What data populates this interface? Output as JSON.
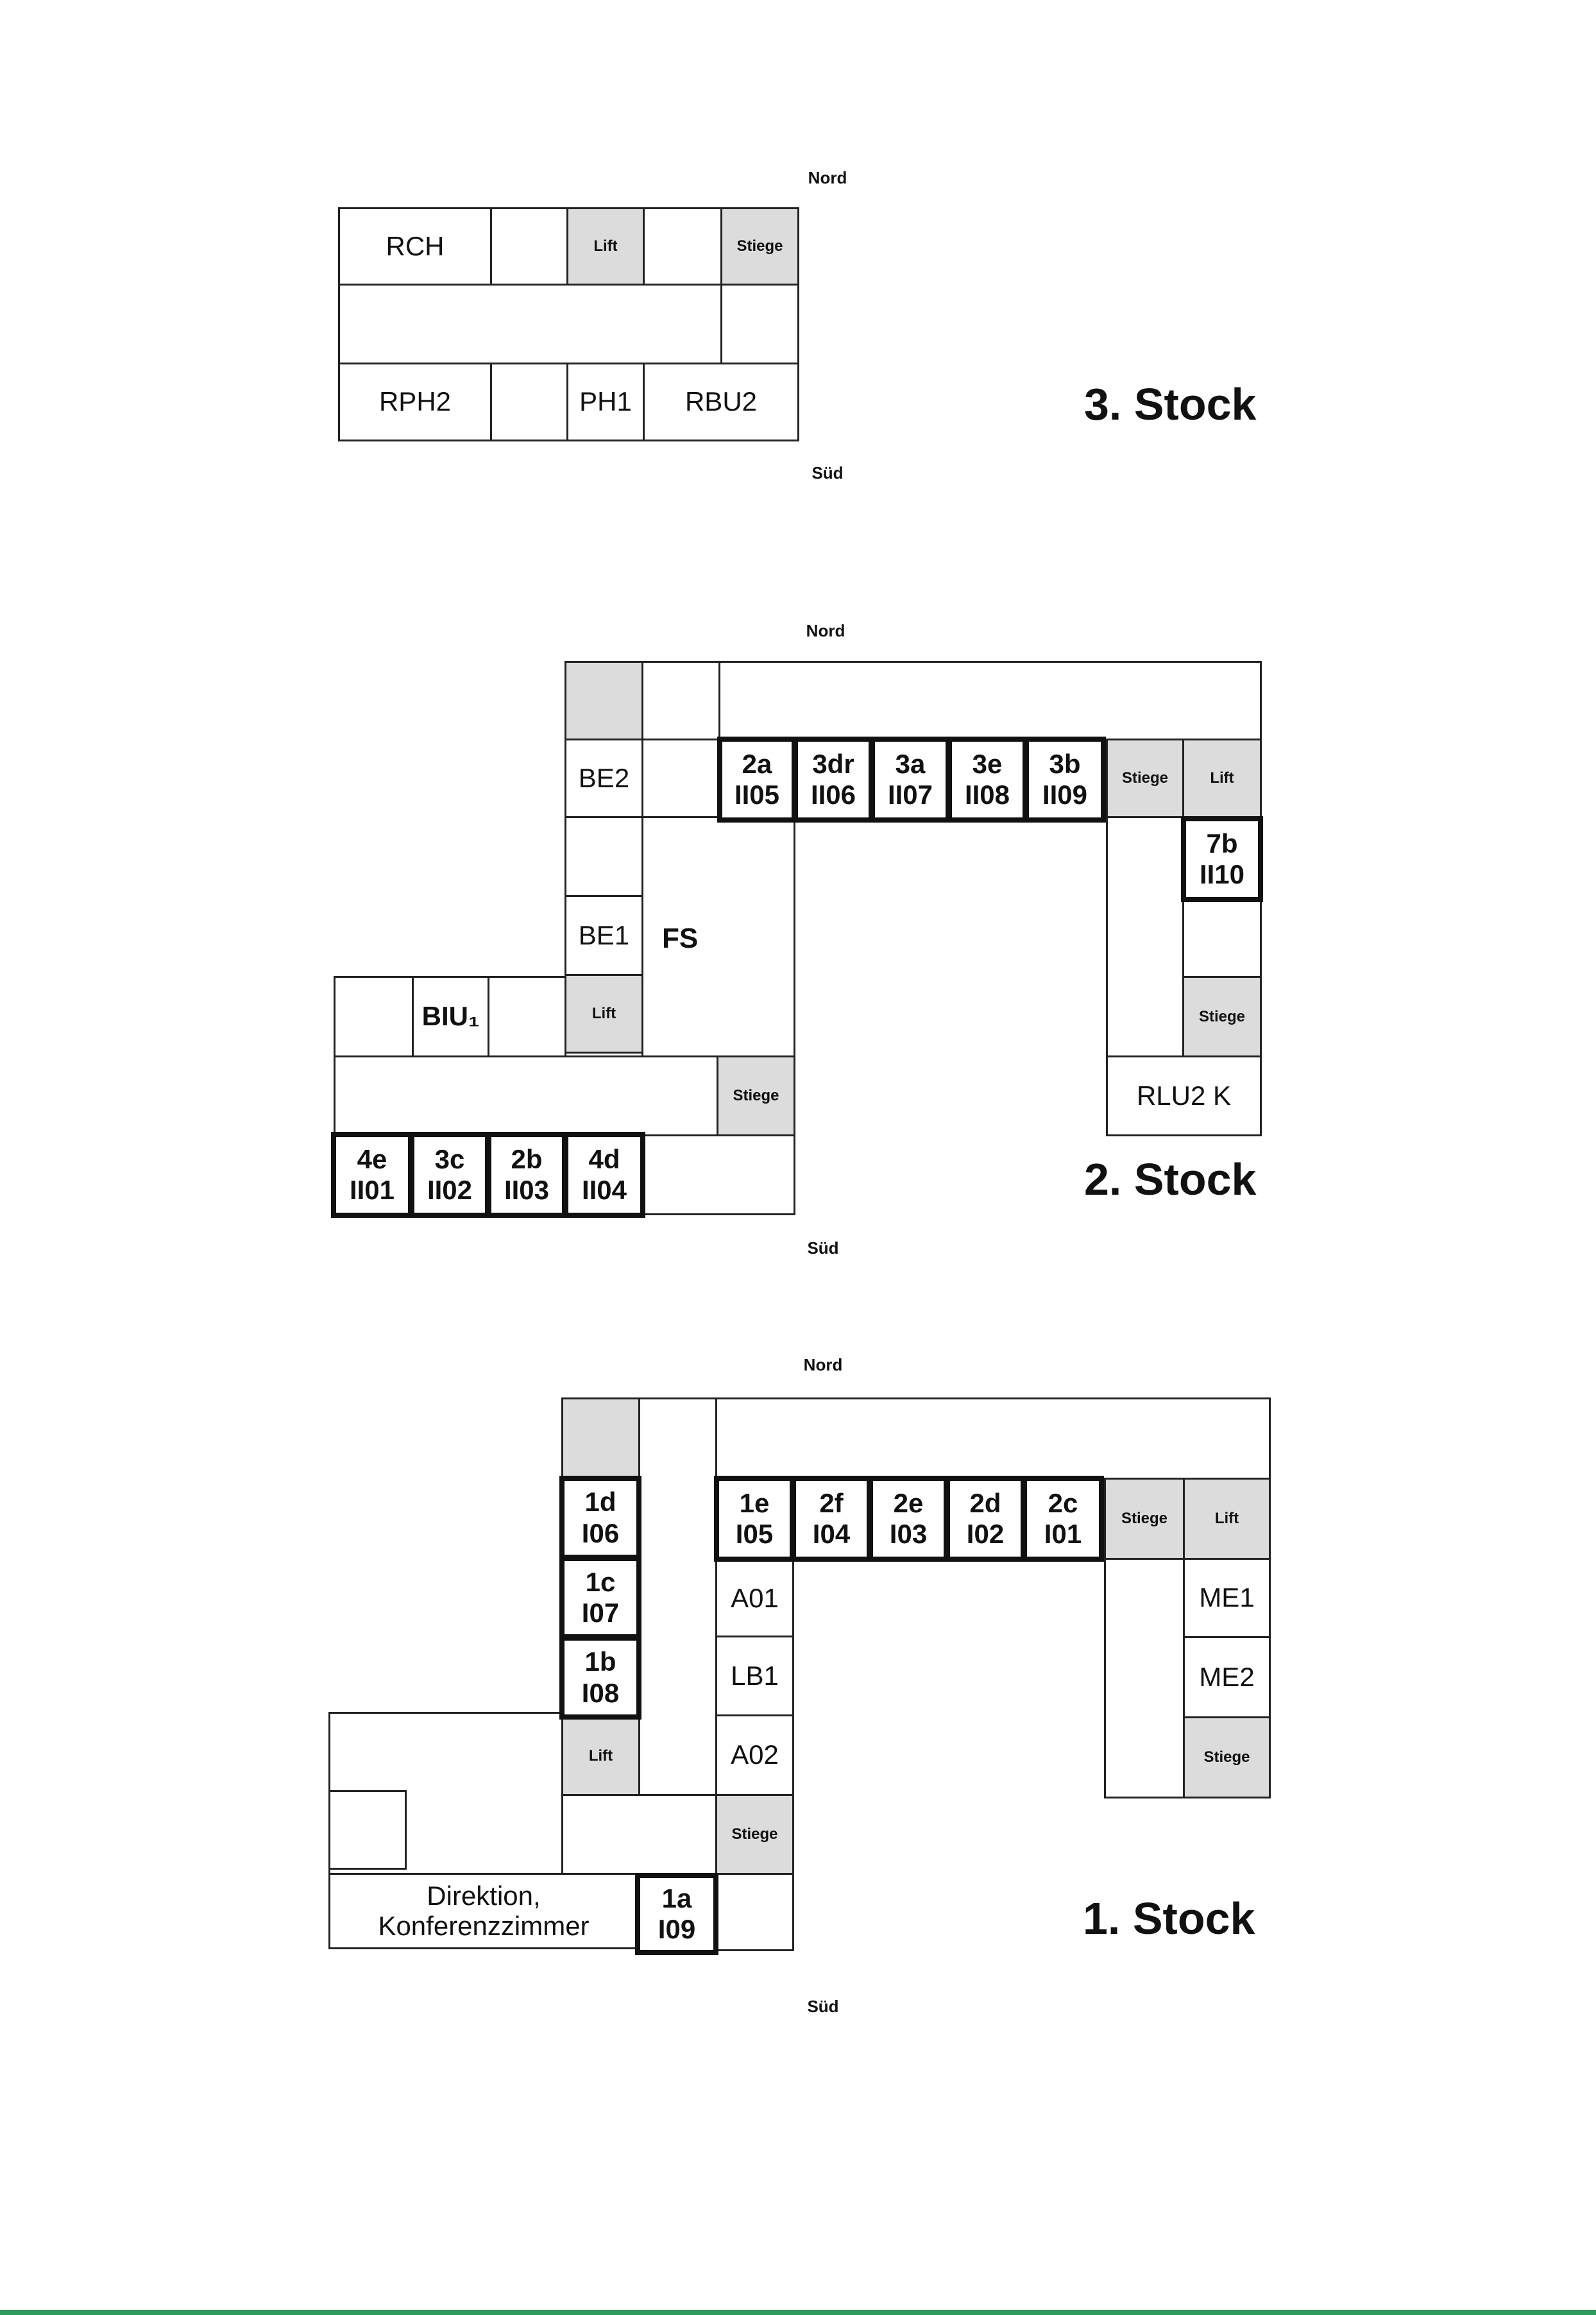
{
  "directions": {
    "north": "Nord",
    "south": "Süd"
  },
  "labels": {
    "lift": "Lift",
    "stairs": "Stiege"
  },
  "floor3": {
    "title": "3. Stock",
    "rooms": {
      "rch": "RCH",
      "rph2": "RPH2",
      "ph1": "PH1",
      "rbu2": "RBU2"
    }
  },
  "floor2": {
    "title": "2. Stock",
    "rooms": {
      "be2": "BE2",
      "be1": "BE1",
      "fs": "FS",
      "biu1": "BIU₁",
      "rlu2k": "RLU2 K"
    },
    "north_classes": [
      {
        "name": "2a",
        "code": "II05"
      },
      {
        "name": "3dr",
        "code": "II06"
      },
      {
        "name": "3a",
        "code": "II07"
      },
      {
        "name": "3e",
        "code": "II08"
      },
      {
        "name": "3b",
        "code": "II09"
      }
    ],
    "east_class": {
      "name": "7b",
      "code": "II10"
    },
    "south_classes": [
      {
        "name": "4e",
        "code": "II01"
      },
      {
        "name": "3c",
        "code": "II02"
      },
      {
        "name": "2b",
        "code": "II03"
      },
      {
        "name": "4d",
        "code": "II04"
      }
    ]
  },
  "floor1": {
    "title": "1. Stock",
    "rooms": {
      "a01": "A01",
      "lb1": "LB1",
      "a02": "A02",
      "me1": "ME1",
      "me2": "ME2",
      "direktion_line1": "Direktion,",
      "direktion_line2": "Konferenzzimmer"
    },
    "north_classes": [
      {
        "name": "1e",
        "code": "I05"
      },
      {
        "name": "2f",
        "code": "I04"
      },
      {
        "name": "2e",
        "code": "I03"
      },
      {
        "name": "2d",
        "code": "I02"
      },
      {
        "name": "2c",
        "code": "I01"
      }
    ],
    "west_classes": [
      {
        "name": "1d",
        "code": "I06"
      },
      {
        "name": "1c",
        "code": "I07"
      },
      {
        "name": "1b",
        "code": "I08"
      }
    ],
    "south_class": {
      "name": "1a",
      "code": "I09"
    }
  }
}
